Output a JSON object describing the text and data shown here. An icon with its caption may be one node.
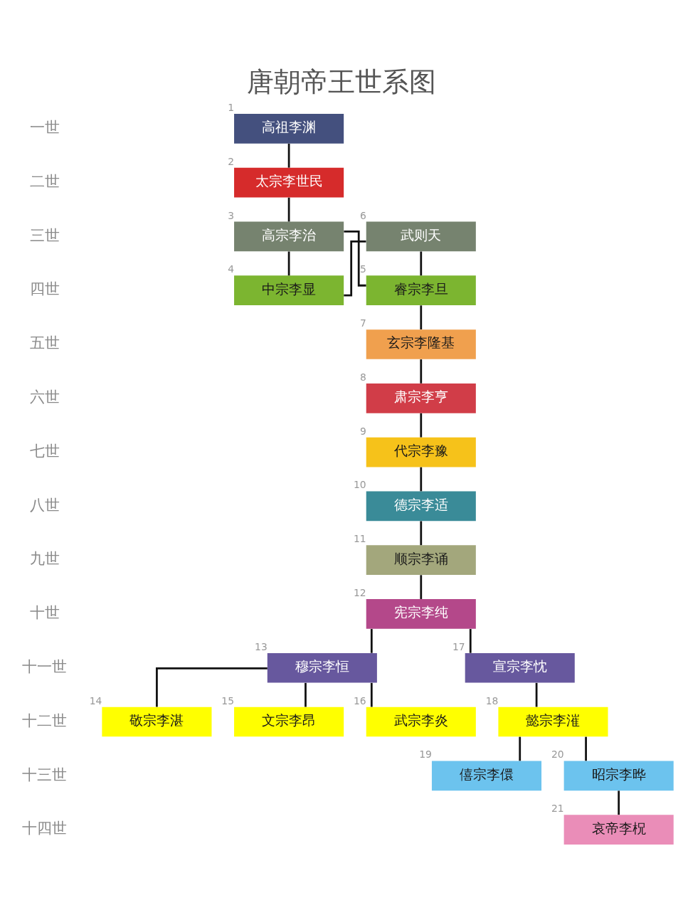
{
  "diagram": {
    "title": "唐朝帝王世系图",
    "nodes": [
      {
        "text": [
          "高祖李渊"
        ],
        "beside": [
          "1"
        ]
      },
      {
        "text": [
          "太宗李世民"
        ],
        "beside": [
          "2"
        ]
      },
      {
        "text": [
          "高宗李治"
        ],
        "beside": [
          "3"
        ]
      },
      {
        "text": [
          "武则天"
        ],
        "beside": [
          "6"
        ]
      },
      {
        "text": [
          "中宗李显"
        ],
        "beside": [
          "4"
        ]
      },
      {
        "text": [
          "睿宗李旦"
        ],
        "beside": [
          "5"
        ]
      },
      {
        "text": [
          "玄宗李隆基"
        ],
        "beside": [
          "7"
        ]
      },
      {
        "text": [
          "肃宗李亨"
        ],
        "beside": [
          "8"
        ]
      },
      {
        "text": [
          "代宗李豫"
        ],
        "beside": [
          "9"
        ]
      },
      {
        "text": [
          "德宗李适"
        ],
        "beside": [
          "10"
        ]
      },
      {
        "text": [
          "顺宗李诵"
        ],
        "beside": [
          "11"
        ]
      },
      {
        "text": [
          "宪宗李纯"
        ],
        "beside": [
          "12"
        ]
      },
      {
        "text": [
          "穆宗李恒"
        ],
        "beside": [
          "13"
        ]
      },
      {
        "text": [
          "宣宗李忱"
        ],
        "beside": [
          "17"
        ]
      },
      {
        "text": [
          "敬宗李湛"
        ],
        "beside": [
          "14"
        ]
      },
      {
        "text": [
          "文宗李昂"
        ],
        "beside": [
          "15"
        ]
      },
      {
        "text": [
          "武宗李炎"
        ],
        "beside": [
          "16"
        ]
      },
      {
        "text": [
          "懿宗李漼"
        ],
        "beside": [
          "18"
        ]
      },
      {
        "text": [
          "僖宗李儇"
        ],
        "beside": [
          "19"
        ]
      },
      {
        "text": [
          "昭宗李晔"
        ],
        "beside": [
          "20"
        ]
      },
      {
        "text": [
          "哀帝李柷"
        ],
        "beside": [
          "21"
        ]
      }
    ],
    "edges": [
      {
        "from": 0,
        "to": 1,
        "arrow": "none"
      },
      {
        "from": 1,
        "to": 2,
        "arrow": "none"
      },
      {
        "from": 2,
        "to": 4,
        "arrow": "none"
      },
      {
        "from": 2,
        "to": 5,
        "arrow": "none"
      },
      {
        "from": 3,
        "to": 4,
        "arrow": "none"
      },
      {
        "from": 3,
        "to": 5,
        "arrow": "none"
      },
      {
        "from": 5,
        "to": 6,
        "arrow": "none"
      },
      {
        "from": 6,
        "to": 7,
        "arrow": "none"
      },
      {
        "from": 7,
        "to": 8,
        "arrow": "none"
      },
      {
        "from": 8,
        "to": 9,
        "arrow": "none"
      },
      {
        "from": 9,
        "to": 10,
        "arrow": "none"
      },
      {
        "from": 10,
        "to": 11,
        "arrow": "none"
      },
      {
        "from": 11,
        "to": 12,
        "arrow": "none"
      },
      {
        "from": 11,
        "to": 13,
        "arrow": "none"
      },
      {
        "from": 12,
        "to": 14,
        "arrow": "none"
      },
      {
        "from": 12,
        "to": 15,
        "arrow": "none"
      },
      {
        "from": 12,
        "to": 16,
        "arrow": "none"
      },
      {
        "from": 13,
        "to": 17,
        "arrow": "none"
      },
      {
        "from": 17,
        "to": 18,
        "arrow": "none"
      },
      {
        "from": 17,
        "to": 19,
        "arrow": "none"
      },
      {
        "from": 19,
        "to": 20,
        "arrow": "none"
      }
    ],
    "labels": [
      "一世",
      "二世",
      "三世",
      "四世",
      "五世",
      "六世",
      "七世",
      "八世",
      "九世",
      "十世",
      "十一世",
      "十二世",
      "十三世",
      "十四世"
    ]
  }
}
